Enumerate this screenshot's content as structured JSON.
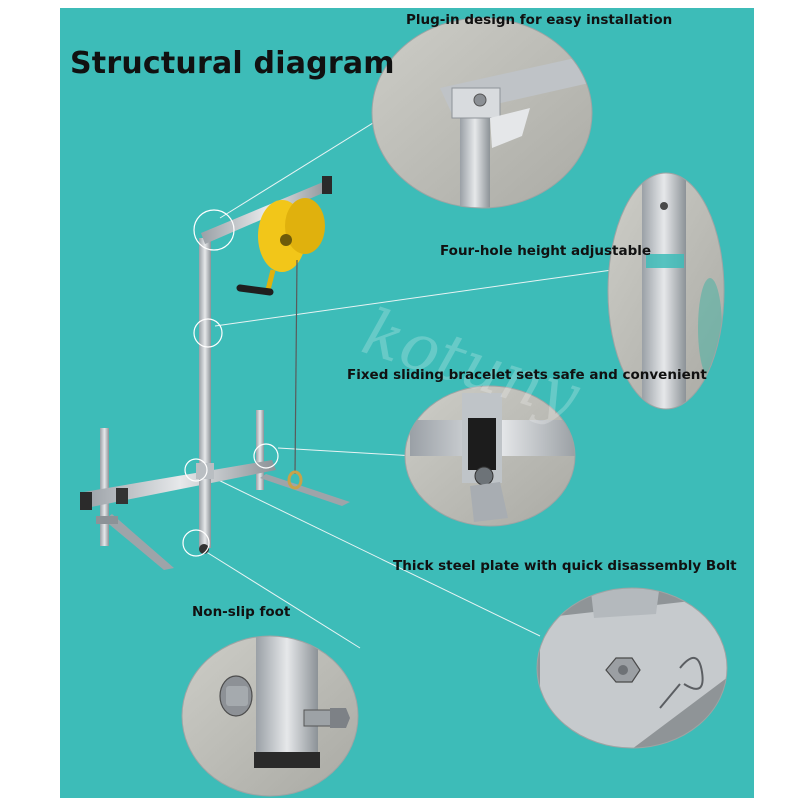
{
  "title": "Structural diagram",
  "watermark": "kotuny",
  "labels": {
    "plug_in": "Plug-in design for easy installation",
    "four_hole": "Four-hole height adjustable",
    "bracelet": "Fixed sliding bracelet sets safe and convenient",
    "steel_plate": "Thick steel plate with quick disassembly Bolt",
    "foot": "Non-slip foot"
  },
  "colors": {
    "background": "#3dbcb8",
    "frame_steel": "#c9ccd0",
    "winch_yellow": "#f2c619",
    "callout_line": "#e8f4f4"
  }
}
